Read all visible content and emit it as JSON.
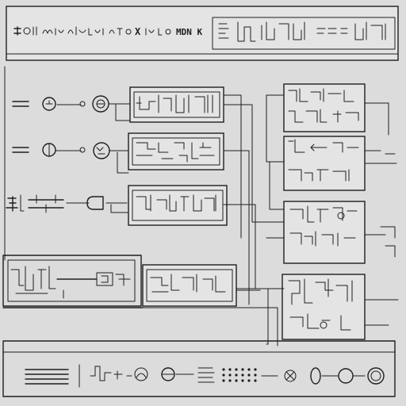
{
  "diagram": {
    "ink_color": "#1e1e1e",
    "background_color": "#dcdcdc",
    "panel_color": "#e4e4e4",
    "header": {
      "left_legible_fragments": [
        "X",
        "MDN K"
      ]
    },
    "left_symbols": [
      {
        "row": 1,
        "icon": "target-icon"
      },
      {
        "row": 2,
        "icon": "target-icon"
      },
      {
        "row": 3,
        "icon": "coil-icon"
      }
    ],
    "blocks": {
      "middle": [
        {
          "id": "block-a"
        },
        {
          "id": "block-b"
        },
        {
          "id": "block-c"
        },
        {
          "id": "block-d"
        }
      ],
      "right": [
        {
          "id": "block-e"
        },
        {
          "id": "block-f"
        },
        {
          "id": "block-g"
        },
        {
          "id": "block-h"
        }
      ]
    },
    "footer_icons": [
      "grille-icon",
      "waveform-icon",
      "dial-icon",
      "dot-grid-icon",
      "ring-icon",
      "ring-icon",
      "ring-icon"
    ]
  }
}
